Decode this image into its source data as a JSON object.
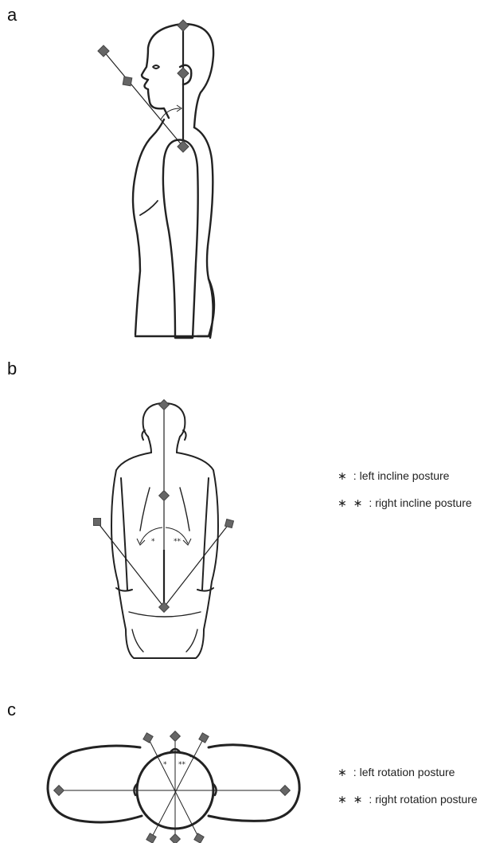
{
  "panels": {
    "a": {
      "label": "a"
    },
    "b": {
      "label": "b",
      "legend": [
        {
          "mark": "∗",
          "text": "left incline posture"
        },
        {
          "mark": "∗ ∗",
          "text": "right incline posture"
        }
      ],
      "angle_marks": [
        "*",
        "**"
      ]
    },
    "c": {
      "label": "c",
      "legend": [
        {
          "mark": "∗",
          "text": "left rotation posture"
        },
        {
          "mark": "∗ ∗",
          "text": "right rotation posture"
        }
      ],
      "angle_marks": [
        "*",
        "**"
      ]
    }
  },
  "colors": {
    "outline": "#222222",
    "marker": "#666666"
  }
}
